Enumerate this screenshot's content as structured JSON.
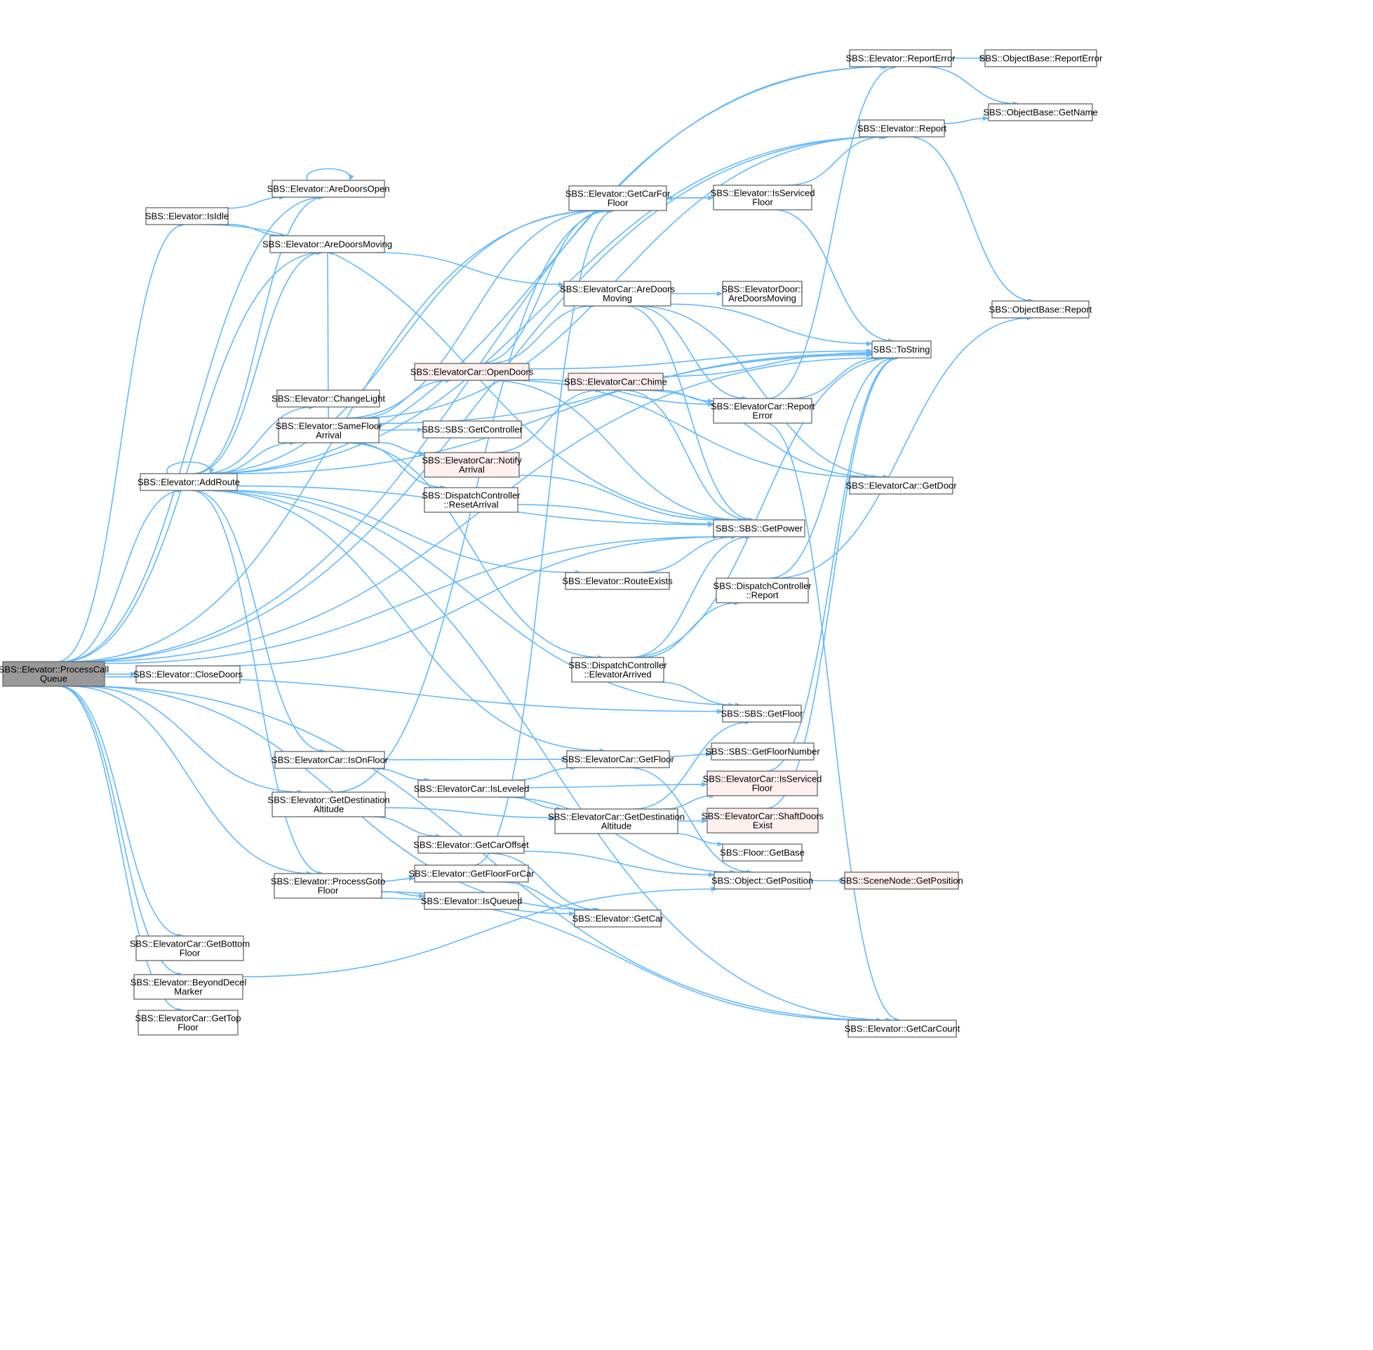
{
  "colors": {
    "edge": "#63b8ff",
    "node_fill": "#ffffff",
    "node_border": "#666666",
    "root_fill": "#999999",
    "root_border": "#666666",
    "highlight_fill": "#fff0f0",
    "highlight_border": "#e12a2a"
  },
  "nodes": [
    {
      "id": "processcallqueue",
      "lines": [
        "SBS::Elevator::ProcessCall",
        "Queue"
      ],
      "style": "root"
    },
    {
      "id": "isidle",
      "lines": [
        "SBS::Elevator::IsIdle"
      ],
      "style": "normal"
    },
    {
      "id": "aredoorsopen",
      "lines": [
        "SBS::Elevator::AreDoorsOpen"
      ],
      "style": "normal"
    },
    {
      "id": "aredoorsmoving",
      "lines": [
        "SBS::Elevator::AreDoorsMoving"
      ],
      "style": "normal"
    },
    {
      "id": "changelight",
      "lines": [
        "SBS::Elevator::ChangeLight"
      ],
      "style": "normal"
    },
    {
      "id": "samefloorarrival",
      "lines": [
        "SBS::Elevator::SameFloor",
        "Arrival"
      ],
      "style": "normal"
    },
    {
      "id": "addroute",
      "lines": [
        "SBS::Elevator::AddRoute"
      ],
      "style": "normal"
    },
    {
      "id": "closedoors",
      "lines": [
        "SBS::Elevator::CloseDoors"
      ],
      "style": "normal"
    },
    {
      "id": "isonfloor",
      "lines": [
        "SBS::ElevatorCar::IsOnFloor"
      ],
      "style": "normal"
    },
    {
      "id": "getdestaltitude_elev",
      "lines": [
        "SBS::Elevator::GetDestination",
        "Altitude"
      ],
      "style": "normal"
    },
    {
      "id": "processgotofloor",
      "lines": [
        "SBS::Elevator::ProcessGoto",
        "Floor"
      ],
      "style": "normal"
    },
    {
      "id": "getbottomfloor",
      "lines": [
        "SBS::ElevatorCar::GetBottom",
        "Floor"
      ],
      "style": "normal"
    },
    {
      "id": "beyonddecelmarker",
      "lines": [
        "SBS::Elevator::BeyondDecel",
        "Marker"
      ],
      "style": "normal"
    },
    {
      "id": "gettopfloor",
      "lines": [
        "SBS::ElevatorCar::GetTop",
        "Floor"
      ],
      "style": "normal"
    },
    {
      "id": "opendoors",
      "lines": [
        "SBS::ElevatorCar::OpenDoors"
      ],
      "style": "highlight"
    },
    {
      "id": "getcontroller",
      "lines": [
        "SBS::SBS::GetController"
      ],
      "style": "normal"
    },
    {
      "id": "notifyarrival",
      "lines": [
        "SBS::ElevatorCar::Notify",
        "Arrival"
      ],
      "style": "highlight"
    },
    {
      "id": "resetarrival",
      "lines": [
        "SBS::DispatchController",
        "::ResetArrival"
      ],
      "style": "normal"
    },
    {
      "id": "isleveled",
      "lines": [
        "SBS::ElevatorCar::IsLeveled"
      ],
      "style": "normal"
    },
    {
      "id": "getcaroffset",
      "lines": [
        "SBS::Elevator::GetCarOffset"
      ],
      "style": "normal"
    },
    {
      "id": "getfloorforcar",
      "lines": [
        "SBS::Elevator::GetFloorForCar"
      ],
      "style": "normal"
    },
    {
      "id": "isqueued",
      "lines": [
        "SBS::Elevator::IsQueued"
      ],
      "style": "normal"
    },
    {
      "id": "getcarforfloor",
      "lines": [
        "SBS::Elevator::GetCarFor",
        "Floor"
      ],
      "style": "normal"
    },
    {
      "id": "carareadoorsmoving",
      "lines": [
        "SBS::ElevatorCar::AreDoors",
        "Moving"
      ],
      "style": "normal"
    },
    {
      "id": "routeexists",
      "lines": [
        "SBS::Elevator::RouteExists"
      ],
      "style": "normal"
    },
    {
      "id": "elevatorarrived",
      "lines": [
        "SBS::DispatchController",
        "::ElevatorArrived"
      ],
      "style": "normal"
    },
    {
      "id": "cargetfloor",
      "lines": [
        "SBS::ElevatorCar::GetFloor"
      ],
      "style": "normal"
    },
    {
      "id": "cargetdestaltitude",
      "lines": [
        "SBS::ElevatorCar::GetDestination",
        "Altitude"
      ],
      "style": "normal"
    },
    {
      "id": "getcar",
      "lines": [
        "SBS::Elevator::GetCar"
      ],
      "style": "normal"
    },
    {
      "id": "chime",
      "lines": [
        "SBS::ElevatorCar::Chime"
      ],
      "style": "highlight"
    },
    {
      "id": "elevatorreporterror",
      "lines": [
        "SBS::Elevator::ReportError"
      ],
      "style": "normal"
    },
    {
      "id": "elevatorreport",
      "lines": [
        "SBS::Elevator::Report"
      ],
      "style": "normal"
    },
    {
      "id": "isservicedfloor_elev",
      "lines": [
        "SBS::Elevator::IsServiced",
        "Floor"
      ],
      "style": "normal"
    },
    {
      "id": "doorareadoorsmoving",
      "lines": [
        "SBS::ElevatorDoor::",
        "AreDoorsMoving"
      ],
      "style": "normal"
    },
    {
      "id": "carreporterror",
      "lines": [
        "SBS::ElevatorCar::Report",
        "Error"
      ],
      "style": "normal"
    },
    {
      "id": "getpower",
      "lines": [
        "SBS::SBS::GetPower"
      ],
      "style": "normal"
    },
    {
      "id": "dispatchreport",
      "lines": [
        "SBS::DispatchController",
        "::Report"
      ],
      "style": "normal"
    },
    {
      "id": "sbsgetfloor",
      "lines": [
        "SBS::SBS::GetFloor"
      ],
      "style": "normal"
    },
    {
      "id": "getfloornumber",
      "lines": [
        "SBS::SBS::GetFloorNumber"
      ],
      "style": "normal"
    },
    {
      "id": "carisservicedfloor",
      "lines": [
        "SBS::ElevatorCar::IsServiced",
        "Floor"
      ],
      "style": "highlight"
    },
    {
      "id": "shaftdoorsexist",
      "lines": [
        "SBS::ElevatorCar::ShaftDoors",
        "Exist"
      ],
      "style": "highlight"
    },
    {
      "id": "floorgetbase",
      "lines": [
        "SBS::Floor::GetBase"
      ],
      "style": "normal"
    },
    {
      "id": "objectgetposition",
      "lines": [
        "SBS::Object::GetPosition"
      ],
      "style": "normal"
    },
    {
      "id": "getcarcount",
      "lines": [
        "SBS::Elevator::GetCarCount"
      ],
      "style": "normal"
    },
    {
      "id": "tostring",
      "lines": [
        "SBS::ToString"
      ],
      "style": "normal"
    },
    {
      "id": "getdoor",
      "lines": [
        "SBS::ElevatorCar::GetDoor"
      ],
      "style": "normal"
    },
    {
      "id": "scenenodegetposition",
      "lines": [
        "SBS::SceneNode::GetPosition"
      ],
      "style": "highlight"
    },
    {
      "id": "objectbasereporterror",
      "lines": [
        "SBS::ObjectBase::ReportError"
      ],
      "style": "normal"
    },
    {
      "id": "objectbasegetname",
      "lines": [
        "SBS::ObjectBase::GetName"
      ],
      "style": "normal"
    },
    {
      "id": "objectbasereport",
      "lines": [
        "SBS::ObjectBase::Report"
      ],
      "style": "normal"
    }
  ],
  "edges": [
    [
      "processcallqueue",
      "isidle"
    ],
    [
      "processcallqueue",
      "aredoorsopen"
    ],
    [
      "processcallqueue",
      "aredoorsmoving"
    ],
    [
      "processcallqueue",
      "addroute"
    ],
    [
      "processcallqueue",
      "closedoors"
    ],
    [
      "processcallqueue",
      "getdestaltitude_elev"
    ],
    [
      "processcallqueue",
      "processgotofloor"
    ],
    [
      "processcallqueue",
      "getbottomfloor"
    ],
    [
      "processcallqueue",
      "beyonddecelmarker"
    ],
    [
      "processcallqueue",
      "gettopfloor"
    ],
    [
      "processcallqueue",
      "elevatorreporterror"
    ],
    [
      "processcallqueue",
      "elevatorreport"
    ],
    [
      "processcallqueue",
      "tostring"
    ],
    [
      "processcallqueue",
      "getcarforfloor"
    ],
    [
      "processcallqueue",
      "getpower"
    ],
    [
      "processcallqueue",
      "sbsgetfloor"
    ],
    [
      "processcallqueue",
      "getcar"
    ],
    [
      "processcallqueue",
      "getcarcount"
    ],
    [
      "isidle",
      "aredoorsopen"
    ],
    [
      "isidle",
      "aredoorsmoving"
    ],
    [
      "isidle",
      "getpower"
    ],
    [
      "aredoorsopen",
      "aredoorsopen"
    ],
    [
      "aredoorsmoving",
      "carareadoorsmoving"
    ],
    [
      "addroute",
      "addroute"
    ],
    [
      "addroute",
      "aredoorsopen"
    ],
    [
      "addroute",
      "aredoorsmoving"
    ],
    [
      "addroute",
      "changelight"
    ],
    [
      "addroute",
      "samefloorarrival"
    ],
    [
      "addroute",
      "isonfloor"
    ],
    [
      "addroute",
      "processgotofloor"
    ],
    [
      "addroute",
      "elevatorreporterror"
    ],
    [
      "addroute",
      "elevatorreport"
    ],
    [
      "addroute",
      "getcarforfloor"
    ],
    [
      "addroute",
      "tostring"
    ],
    [
      "addroute",
      "getpower"
    ],
    [
      "addroute",
      "routeexists"
    ],
    [
      "addroute",
      "sbsgetfloor"
    ],
    [
      "addroute",
      "cargetfloor"
    ],
    [
      "addroute",
      "getcarcount"
    ],
    [
      "samefloorarrival",
      "aredoorsmoving"
    ],
    [
      "samefloorarrival",
      "opendoors"
    ],
    [
      "samefloorarrival",
      "getcontroller"
    ],
    [
      "samefloorarrival",
      "notifyarrival"
    ],
    [
      "samefloorarrival",
      "resetarrival"
    ],
    [
      "samefloorarrival",
      "elevatorarrived"
    ],
    [
      "samefloorarrival",
      "getcarforfloor"
    ],
    [
      "samefloorarrival",
      "elevatorreport"
    ],
    [
      "samefloorarrival",
      "tostring"
    ],
    [
      "closedoors",
      "getpower"
    ],
    [
      "isonfloor",
      "cargetfloor"
    ],
    [
      "isonfloor",
      "isleveled"
    ],
    [
      "getdestaltitude_elev",
      "cargetdestaltitude"
    ],
    [
      "getdestaltitude_elev",
      "getcaroffset"
    ],
    [
      "getdestaltitude_elev",
      "getcarforfloor"
    ],
    [
      "processgotofloor",
      "getfloorforcar"
    ],
    [
      "processgotofloor",
      "isqueued"
    ],
    [
      "processgotofloor",
      "getcar"
    ],
    [
      "processgotofloor",
      "getcarcount"
    ],
    [
      "beyonddecelmarker",
      "objectgetposition"
    ],
    [
      "opendoors",
      "carareadoorsmoving"
    ],
    [
      "opendoors",
      "getcarforfloor"
    ],
    [
      "opendoors",
      "carreporterror"
    ],
    [
      "opendoors",
      "tostring"
    ],
    [
      "opendoors",
      "getpower"
    ],
    [
      "opendoors",
      "getdoor"
    ],
    [
      "notifyarrival",
      "chime"
    ],
    [
      "notifyarrival",
      "getpower"
    ],
    [
      "resetarrival",
      "getpower"
    ],
    [
      "isleveled",
      "cargetfloor"
    ],
    [
      "isleveled",
      "cargetdestaltitude"
    ],
    [
      "isleveled",
      "carisservicedfloor"
    ],
    [
      "isleveled",
      "objectgetposition"
    ],
    [
      "getcaroffset",
      "getcar"
    ],
    [
      "getcaroffset",
      "objectgetposition"
    ],
    [
      "getfloorforcar",
      "getcarforfloor"
    ],
    [
      "getfloorforcar",
      "getcar"
    ],
    [
      "getcarforfloor",
      "isservicedfloor_elev"
    ],
    [
      "isservicedfloor_elev",
      "getcarforfloor"
    ],
    [
      "isservicedfloor_elev",
      "elevatorreport"
    ],
    [
      "isservicedfloor_elev",
      "tostring"
    ],
    [
      "carareadoorsmoving",
      "doorareadoorsmoving"
    ],
    [
      "carareadoorsmoving",
      "carreporterror"
    ],
    [
      "carareadoorsmoving",
      "tostring"
    ],
    [
      "carareadoorsmoving",
      "getdoor"
    ],
    [
      "carareadoorsmoving",
      "getpower"
    ],
    [
      "routeexists",
      "getpower"
    ],
    [
      "elevatorarrived",
      "getpower"
    ],
    [
      "elevatorarrived",
      "dispatchreport"
    ],
    [
      "elevatorarrived",
      "sbsgetfloor"
    ],
    [
      "elevatorarrived",
      "tostring"
    ],
    [
      "cargetfloor",
      "getfloornumber"
    ],
    [
      "cargetfloor",
      "objectgetposition"
    ],
    [
      "cargetdestaltitude",
      "carisservicedfloor"
    ],
    [
      "cargetdestaltitude",
      "shaftdoorsexist"
    ],
    [
      "cargetdestaltitude",
      "floorgetbase"
    ],
    [
      "cargetdestaltitude",
      "sbsgetfloor"
    ],
    [
      "chime",
      "carreporterror"
    ],
    [
      "chime",
      "getpower"
    ],
    [
      "chime",
      "tostring"
    ],
    [
      "chime",
      "getdoor"
    ],
    [
      "elevatorreporterror",
      "objectbasereporterror"
    ],
    [
      "elevatorreporterror",
      "objectbasegetname"
    ],
    [
      "elevatorreport",
      "objectbasegetname"
    ],
    [
      "elevatorreport",
      "objectbasereport"
    ],
    [
      "carreporterror",
      "elevatorreporterror"
    ],
    [
      "carreporterror",
      "tostring"
    ],
    [
      "carreporterror",
      "getcarcount"
    ],
    [
      "dispatchreport",
      "objectbasereport"
    ],
    [
      "dispatchreport",
      "tostring"
    ],
    [
      "carisservicedfloor",
      "tostring"
    ],
    [
      "shaftdoorsexist",
      "tostring"
    ],
    [
      "objectgetposition",
      "scenenodegetposition"
    ]
  ]
}
